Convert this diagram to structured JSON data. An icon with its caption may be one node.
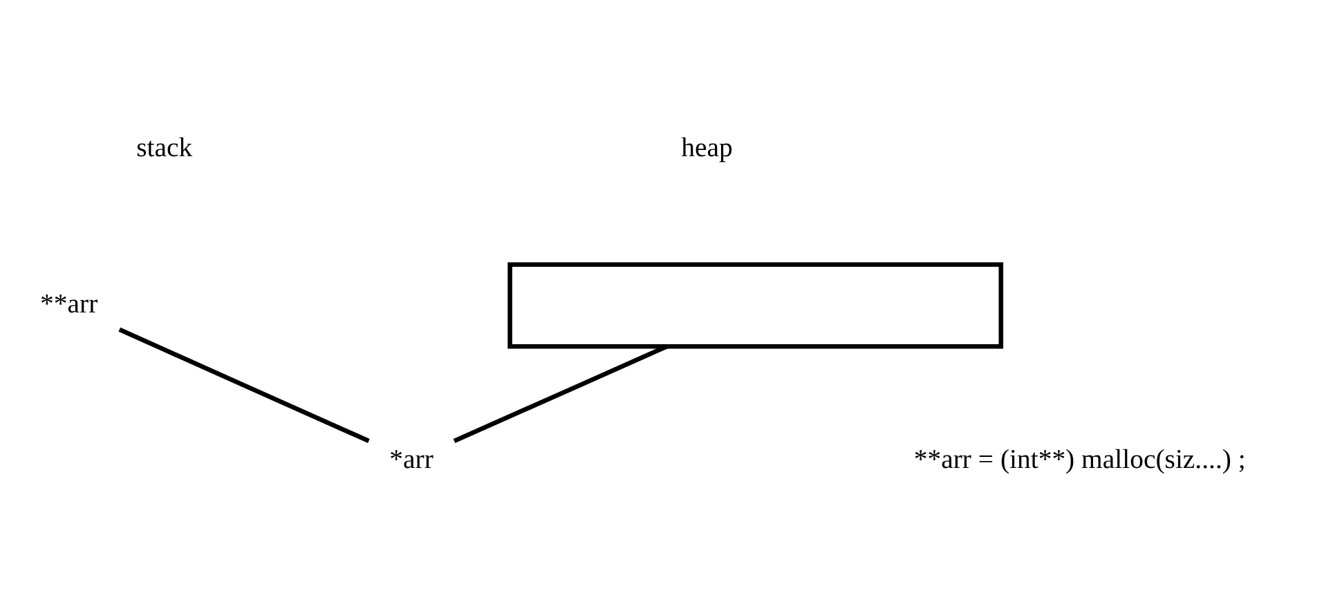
{
  "diagram": {
    "nodes": [
      {
        "text": [
          "**arr"
        ]
      },
      {
        "text": [
          "*arr"
        ]
      },
      {
        "text": [],
        "shape": "box"
      }
    ],
    "edges": [
      {
        "from": 0,
        "to": 1,
        "arrow": "none"
      },
      {
        "from": 1,
        "to": 2,
        "arrow": "none"
      }
    ],
    "labels": [
      "stack",
      "heap",
      "**arr = (int**) malloc(siz....) ;"
    ]
  }
}
